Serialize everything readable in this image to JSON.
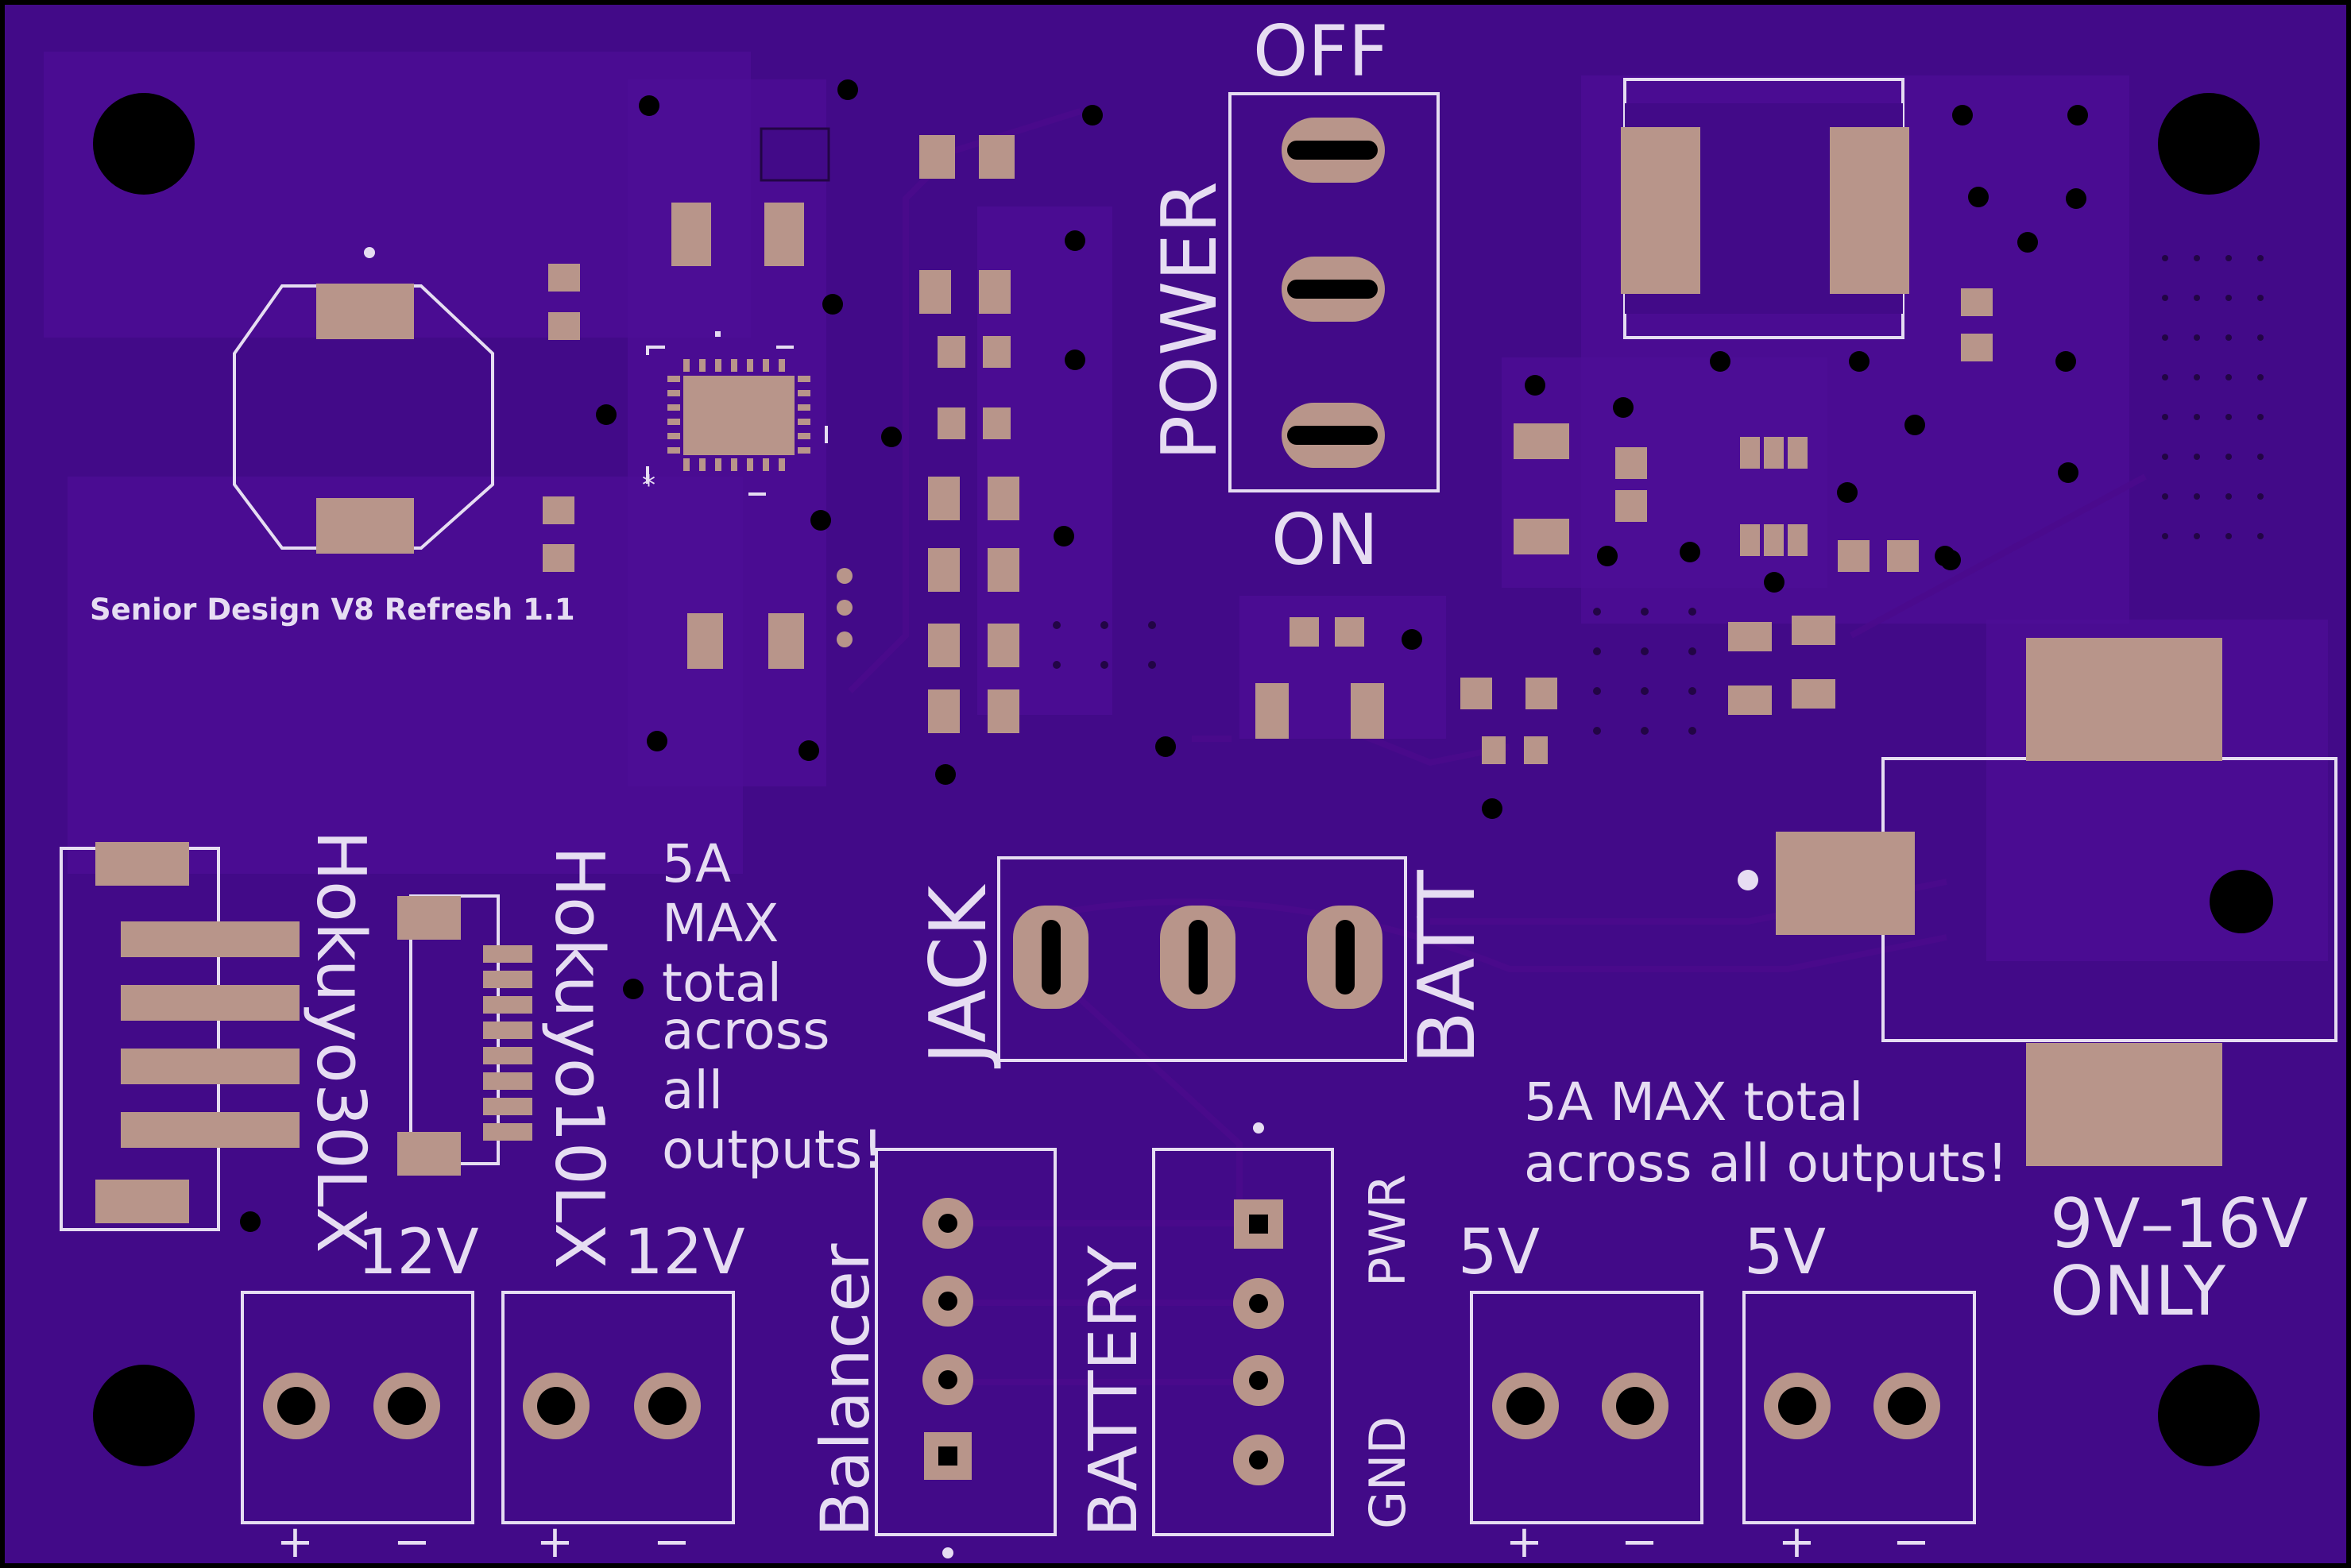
{
  "board": {
    "colors": {
      "substrate": "#420a88",
      "copper_pour": "#4e0d95",
      "pad": "#b8958a",
      "silkscreen": "#e6ddf2",
      "hole": "#000000"
    }
  },
  "labels": {
    "title": "Senior Design V8 Refresh 1.1",
    "switch_off": "OFF",
    "switch_name": "POWER",
    "switch_on": "ON",
    "hokuyo30": "Hokuyo30LX",
    "hokuyo10": "Hokuyo10LX",
    "left_warning": [
      "5A",
      "MAX",
      "total",
      "across",
      "all",
      "outputs!"
    ],
    "selector_jack": "JACK",
    "selector_batt": "BATT",
    "right_warning": [
      "5A MAX total",
      "across all outputs!"
    ],
    "voltage_range": [
      "9V–16V",
      "ONLY"
    ],
    "term_12v_a": "12V",
    "term_12v_b": "12V",
    "term_5v_a": "5V",
    "term_5v_b": "5V",
    "balancer": "Balancer",
    "battery": "BATTERY",
    "pwr": "PWR",
    "gnd": "GND",
    "plus": "+",
    "minus": "−"
  }
}
